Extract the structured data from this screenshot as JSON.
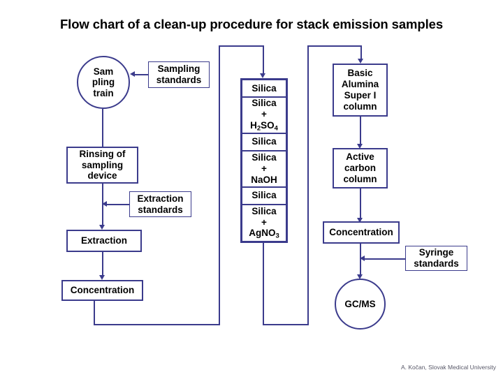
{
  "title": "Flow chart of a clean-up procedure for stack emission samples",
  "footer": "A. Kočan, Slovak Medical University",
  "colors": {
    "line": "#3b3b8c",
    "text": "#000000",
    "background": "#ffffff",
    "footer_text": "#585868"
  },
  "left_column": {
    "sampling_train": "Sam\npling\ntrain",
    "sampling_standards": "Sampling\nstandards",
    "rinsing_of_sampling_device": "Rinsing of\nsampling\ndevice",
    "extraction_standards": "Extraction\nstandards",
    "extraction": "Extraction",
    "concentration": "Concentration"
  },
  "silica_column": {
    "cells": [
      "Silica",
      "Silica\n+\nH2SO4",
      "Silica",
      "Silica\n+\nNaOH",
      "Silica",
      "Silica\n+\nAgNO3"
    ],
    "cells_rich": [
      {
        "line1": "Silica"
      },
      {
        "line1": "Silica",
        "line2": "+",
        "formula": "H",
        "sub1": "2",
        "mid": "SO",
        "sub2": "4"
      },
      {
        "line1": "Silica"
      },
      {
        "line1": "Silica",
        "line2": "+",
        "formula": "NaOH"
      },
      {
        "line1": "Silica"
      },
      {
        "line1": "Silica",
        "line2": "+",
        "formula": "AgNO",
        "sub1": "3"
      }
    ]
  },
  "right_column": {
    "basic_alumina": "Basic\nAlumina\nSuper I\ncolumn",
    "active_carbon": "Active\ncarbon\ncolumn",
    "concentration": "Concentration",
    "syringe_standards": "Syringe\nstandards",
    "gcms": "GC/MS"
  }
}
